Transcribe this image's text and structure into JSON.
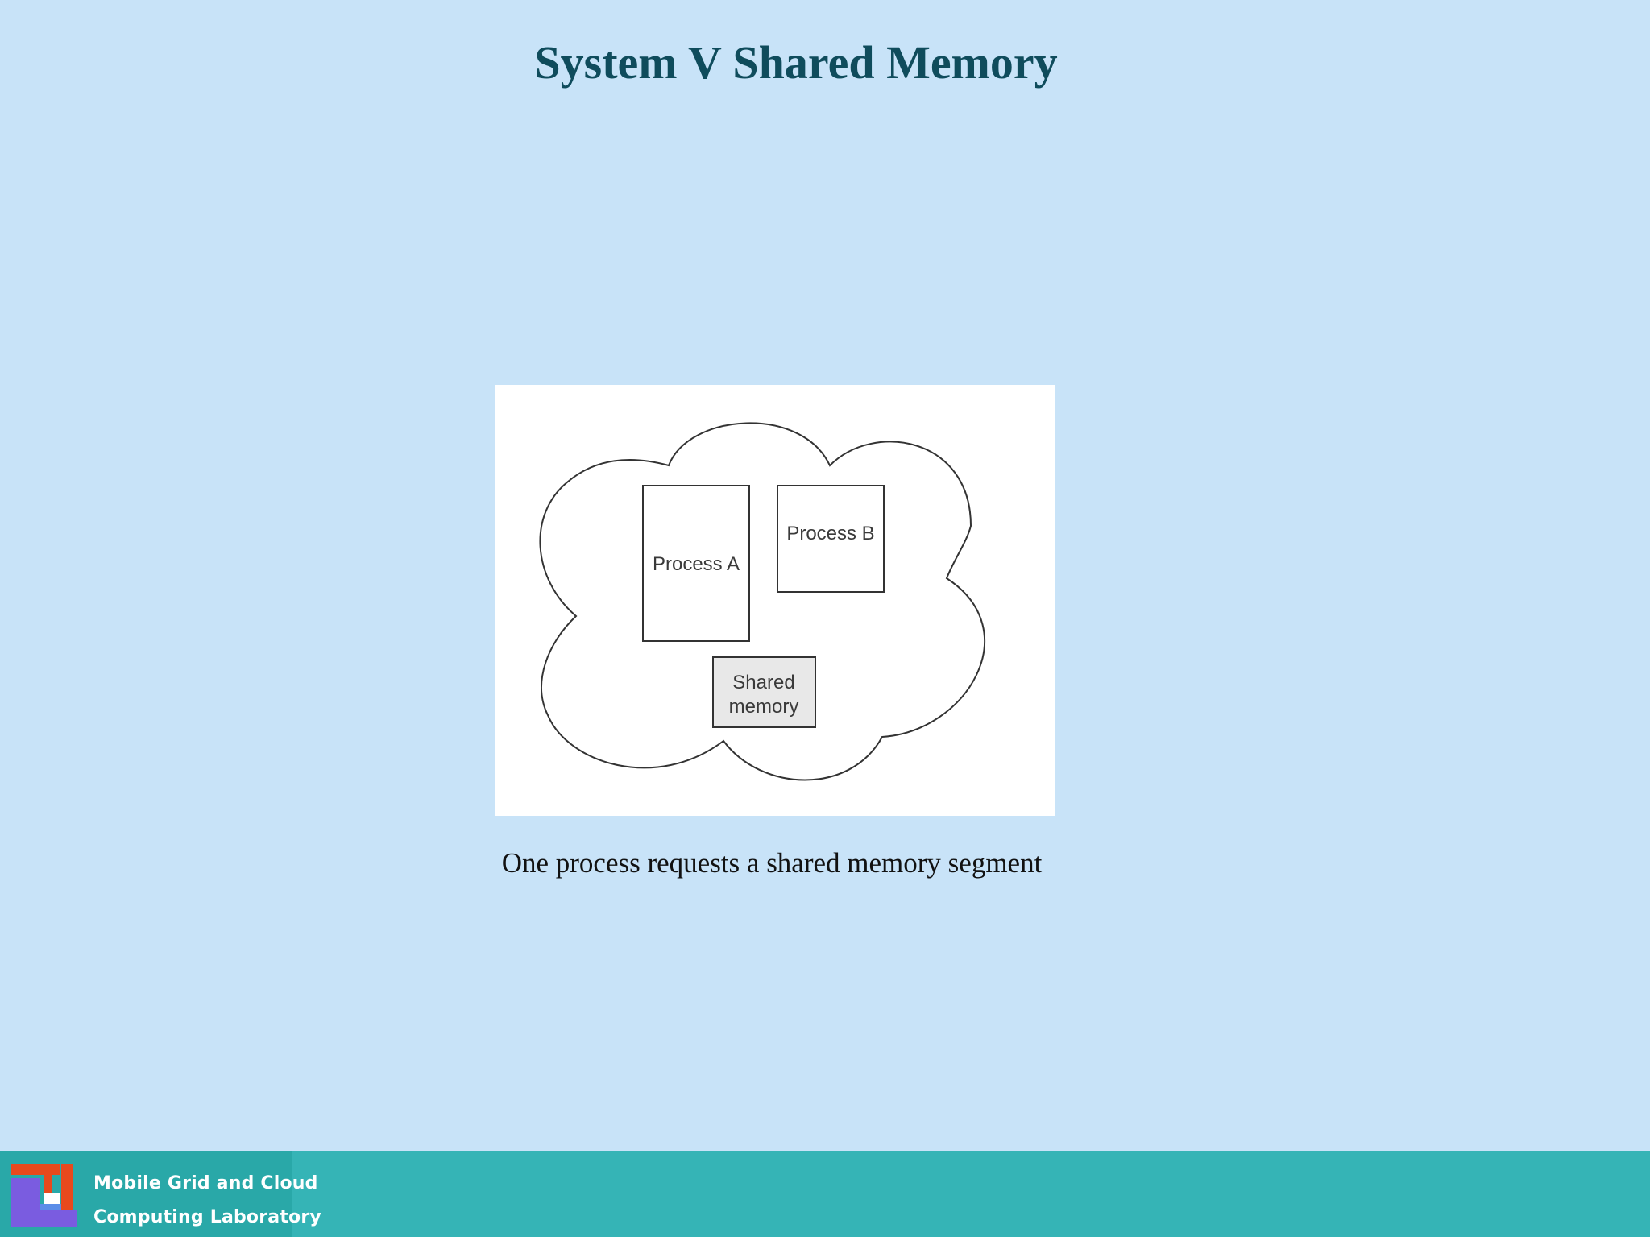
{
  "slide": {
    "title": "System V Shared Memory",
    "caption": "One process requests a shared memory segment"
  },
  "diagram": {
    "nodes": [
      {
        "id": "process-a",
        "lines": [
          "Process A"
        ]
      },
      {
        "id": "process-b",
        "lines": [
          "Process B"
        ]
      },
      {
        "id": "shared-memory",
        "lines": [
          "Shared",
          "memory"
        ]
      }
    ]
  },
  "footer": {
    "lab_line1": "Mobile Grid and Cloud",
    "lab_line2": "Computing Laboratory"
  },
  "colors": {
    "background": "#c8e3f8",
    "title": "#0f4c5c",
    "footer": "#35b4b6",
    "shared_memory_fill": "#e8e8e8"
  }
}
